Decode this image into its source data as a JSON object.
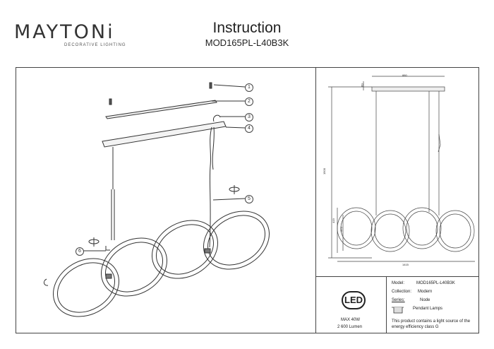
{
  "brand": {
    "name": "MAYTONi",
    "tagline": "DECORATIVE LIGHTING"
  },
  "header": {
    "title": "Instruction",
    "model": "MOD165PL-L40B3K"
  },
  "callouts": [
    "1",
    "2",
    "3",
    "4",
    "5",
    "6"
  ],
  "dimensions": {
    "width_top": "880",
    "height_total": "1500",
    "ring_h1": "419",
    "ring_h2": "370",
    "width_bottom": "1415",
    "small": "60"
  },
  "spec": {
    "led_label": "LED",
    "power": "MAX 40W",
    "lumen": "2 600 Lumen"
  },
  "info": {
    "model_label": "Model:",
    "model_value": "MOD165PL-L40B3K",
    "collection_label": "Collection:",
    "collection_value": "Modern",
    "series_label": "Series:",
    "series_value": "Node",
    "type_value": "Pendant Lamps",
    "energy_note_1": "This product contains a light source of the",
    "energy_note_2": "energy efficiency class G"
  }
}
